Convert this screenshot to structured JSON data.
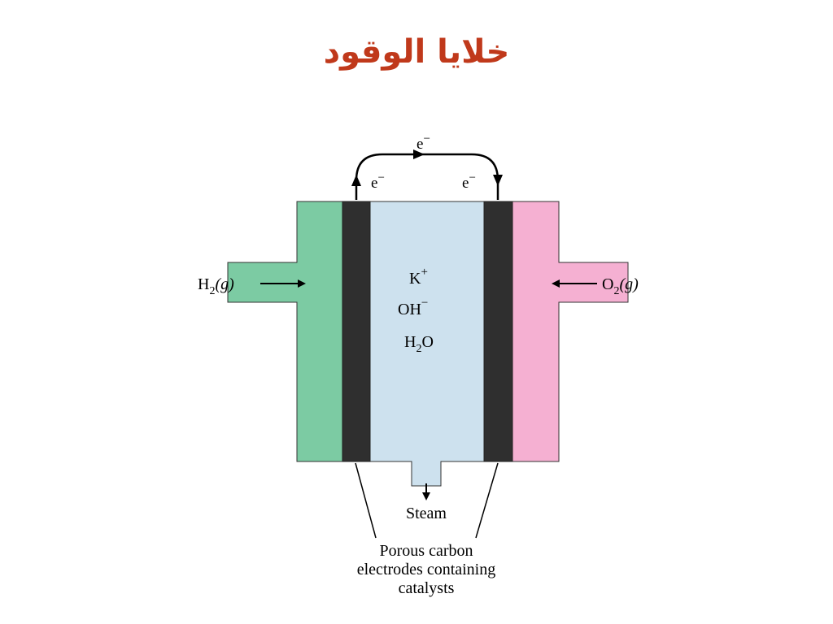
{
  "title": "خلايا الوقود",
  "diagram": {
    "electron_top": "e",
    "electron_left": "e",
    "electron_right": "e",
    "electron_charge": "−",
    "h2_base": "H",
    "h2_sub": "2",
    "h2_state": "(g)",
    "o2_base": "O",
    "o2_sub": "2",
    "o2_state": "(g)",
    "ion_k": "K",
    "ion_k_charge": "+",
    "ion_oh": "OH",
    "ion_oh_charge": "−",
    "water_base": "H",
    "water_sub": "2",
    "water_tail": "O",
    "steam": "Steam",
    "caption_line1": "Porous carbon",
    "caption_line2": "electrodes containing",
    "caption_line3": "catalysts",
    "colors": {
      "anode_chamber": "#7ccba3",
      "cathode_chamber": "#f5b0d2",
      "electrode": "#2f2f2f",
      "electrolyte": "#cde1ee",
      "title": "#c0391b"
    }
  }
}
